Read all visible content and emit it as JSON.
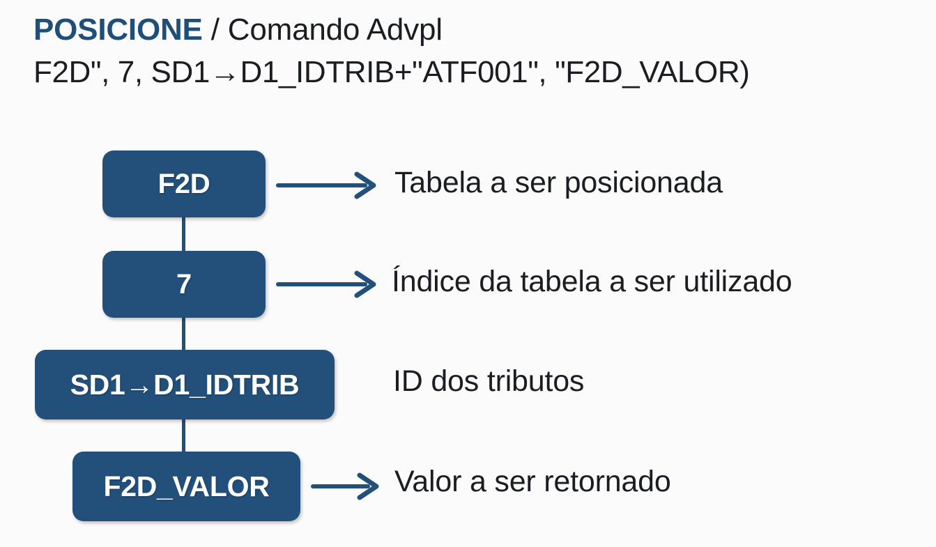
{
  "heading": {
    "command": "POSICIONE",
    "separator": "/",
    "subtitle": "Comando Advpl",
    "code": "F2D\", 7, SD1→D1_IDTRIB+\"ATF001\", \"F2D_VALOR)"
  },
  "colors": {
    "accent": "#1F4E79",
    "node_fill": "#22507B",
    "node_text": "#FFFFFF",
    "body_text": "#1A1D21",
    "background": "#FBFBFB"
  },
  "diagram": {
    "type": "annotated-parameter-breakdown",
    "nodes": [
      {
        "id": "node-1",
        "label": "F2D",
        "description": "Tabela a ser posicionada",
        "has_arrow": true
      },
      {
        "id": "node-2",
        "label": "7",
        "description": "Índice da tabela a ser utilizado",
        "has_arrow": true
      },
      {
        "id": "node-3",
        "label": "SD1→D1_IDTRIB",
        "description": "ID dos tributos",
        "has_arrow": false
      },
      {
        "id": "node-4",
        "label": "F2D_VALOR",
        "description": "Valor a ser retornado",
        "has_arrow": true
      }
    ]
  }
}
